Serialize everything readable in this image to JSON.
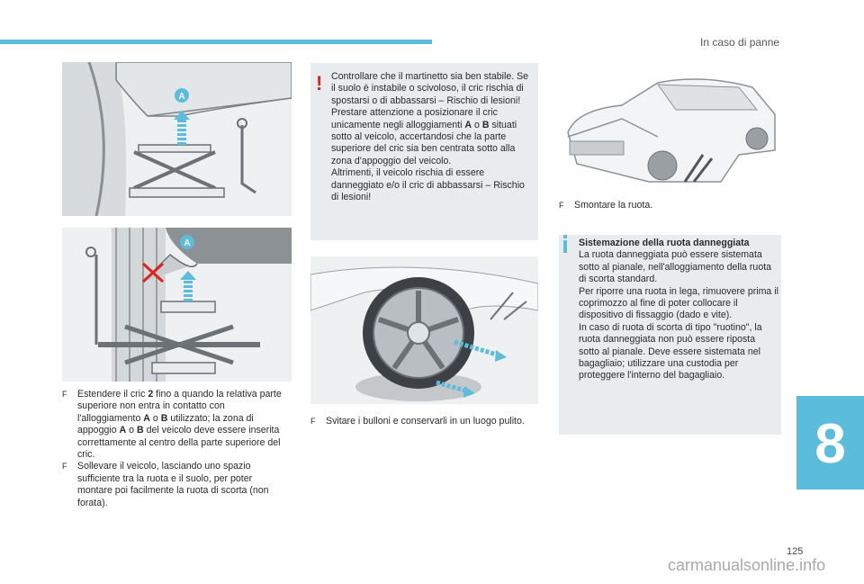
{
  "header": {
    "section_title": "In caso di panne"
  },
  "footer": {
    "page_number": "125",
    "chapter_number": "8",
    "watermark": "carmanualsonline.info"
  },
  "figures": {
    "jack_top": {
      "label": "A"
    },
    "jack_bottom": {
      "label": "A"
    }
  },
  "left_column": {
    "items": [
      {
        "marker": "F",
        "before": "Estendere il cric ",
        "strong": "2",
        "middle": " fino a quando la relativa parte superiore non entra in contatto con l'alloggiamento ",
        "a": "A",
        "o1": " o ",
        "b": "B",
        "after": " utilizzato; la zona di appoggio ",
        "a2": "A",
        "o2": " o ",
        "b2": "B",
        "end": " del veicolo deve essere inserita correttamente al centro della parte superiore del cric."
      },
      {
        "marker": "F",
        "text": "Sollevare il veicolo, lasciando uno spazio sufficiente tra la ruota e il suolo, per poter montare poi facilmente la ruota di scorta (non forata)."
      }
    ]
  },
  "warning": {
    "icon": "!",
    "line1": "Controllare che il martinetto sia ben stabile. Se il suolo è instabile o scivoloso, il cric rischia di spostarsi o di abbassarsi – Rischio di lesioni!",
    "line2a": "Prestare attenzione a posizionare il cric unicamente negli alloggiamenti ",
    "a": "A",
    "o": " o ",
    "b": "B",
    "line2b": " situati sotto al veicolo, accertandosi che la parte superiore del cric sia ben centrata sotto alla zona d'appoggio del veicolo.",
    "line3": "Altrimenti, il veicolo rischia di essere danneggiato e/o il cric di abbassarsi – Rischio di lesioni!"
  },
  "middle_column": {
    "item": {
      "marker": "F",
      "text": "Svitare i bulloni e conservarli in un luogo pulito."
    }
  },
  "right_column": {
    "item": {
      "marker": "F",
      "text": "Smontare la ruota."
    },
    "info": {
      "title": "Sistemazione della ruota danneggiata",
      "p1": "La ruota danneggiata può essere sistemata sotto al pianale, nell'alloggiamento della ruota di scorta standard.",
      "p2": "Per riporre una ruota in lega, rimuovere prima il coprimozzo al fine di poter collocare il dispositivo di fissaggio (dado e vite).",
      "p3": "In caso di ruota di scorta di tipo \"ruotino\", la ruota danneggiata non può essere riposta sotto al pianale. Deve essere sistemata nel bagagliaio; utilizzare una custodia per proteggere l'interno del bagagliaio."
    }
  },
  "colors": {
    "accent": "#5bbcdc",
    "warning": "#e0231c",
    "box_bg": "#e9ecee"
  }
}
